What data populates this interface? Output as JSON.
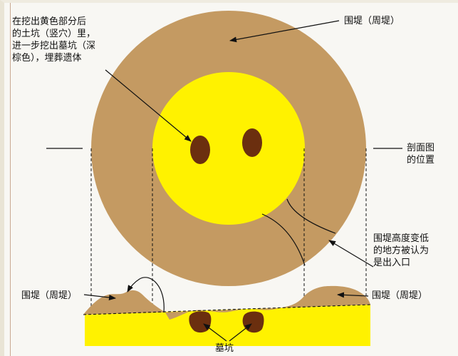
{
  "labels": {
    "inner_note": [
      "在挖出黄色部分后",
      "的土坑（竖穴）里，",
      "进一步挖出墓坑（深",
      "棕色），埋葬遗体"
    ],
    "embankment_top": "围堤（周堤）",
    "section_position": [
      "剖面图",
      "的位置"
    ],
    "entrance_note": [
      "围堤高度变低",
      "的地方被认为",
      "是出入口"
    ],
    "embankment_left": "围堤（周堤）",
    "embankment_right": "围堤（周堤）",
    "grave_pit": "墓坑"
  },
  "colors": {
    "embankment": "#c49a62",
    "pit_yellow": "#fff200",
    "grave": "#6b2f0f",
    "line": "#111111"
  }
}
